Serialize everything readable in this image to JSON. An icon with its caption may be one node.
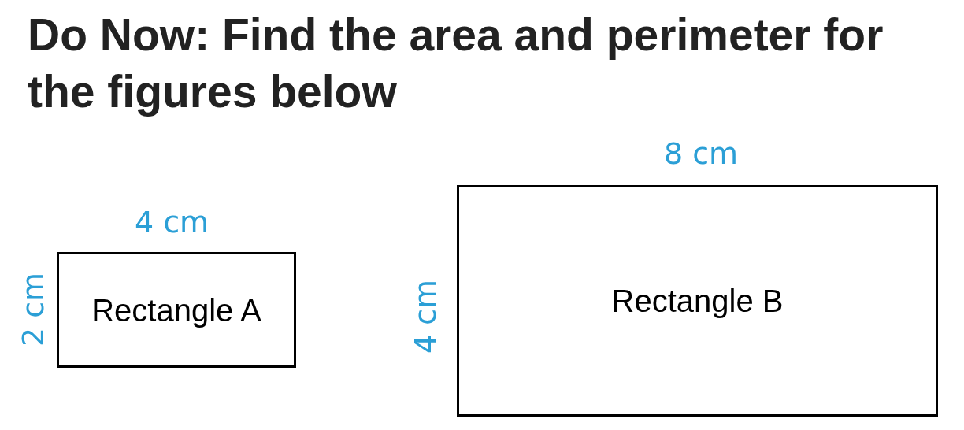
{
  "diagram": {
    "title": "Do Now: Find the area and perimeter for the figures below",
    "nodes": [
      {
        "text": [
          "Rectangle A"
        ]
      },
      {
        "text": [
          "Rectangle B"
        ]
      }
    ],
    "labels": [
      "8 cm",
      "4 cm",
      "2 cm",
      "4 cm"
    ]
  }
}
